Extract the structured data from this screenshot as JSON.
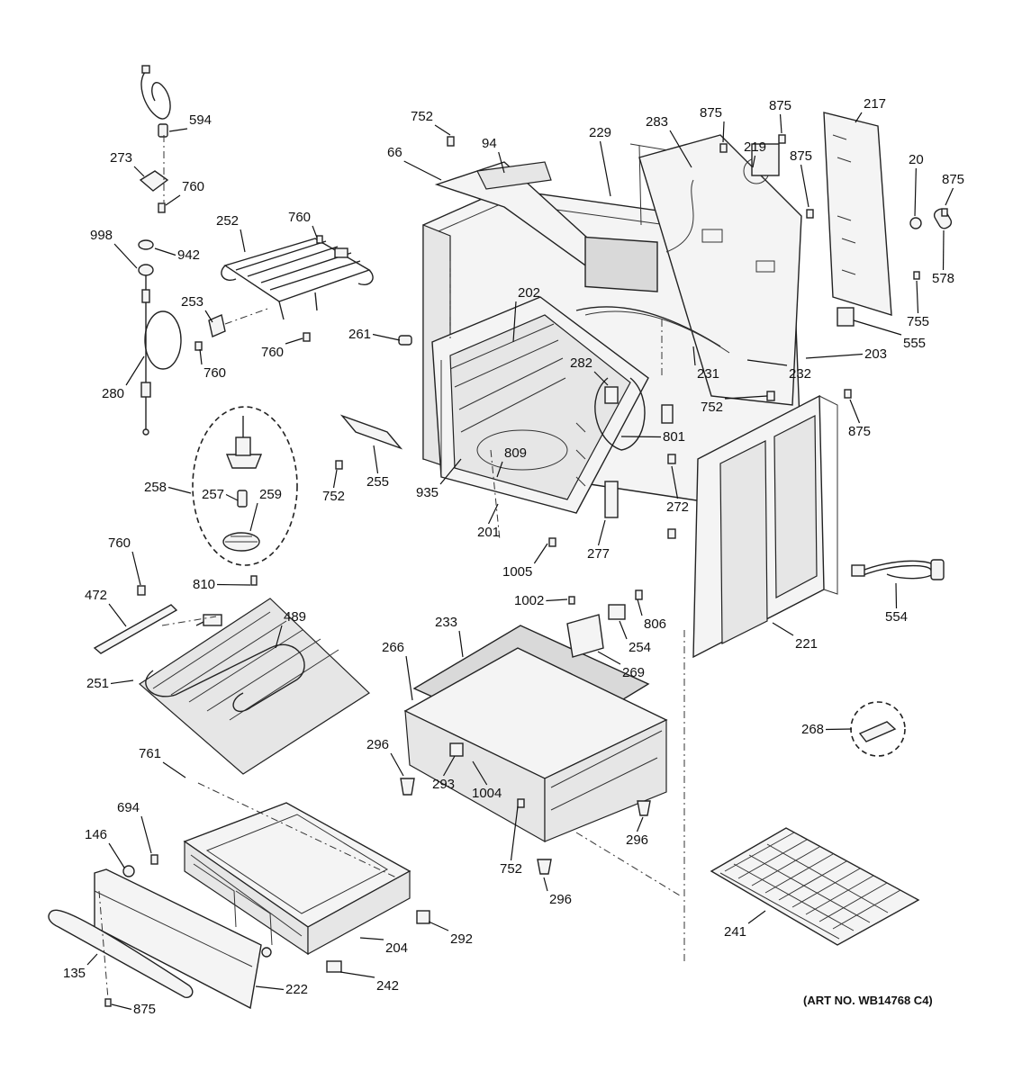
{
  "diagram": {
    "art_number": "(ART NO. WB14768 C4)",
    "callouts": [
      {
        "id": "c594",
        "text": "594"
      },
      {
        "id": "c273",
        "text": "273"
      },
      {
        "id": "c760a",
        "text": "760"
      },
      {
        "id": "c998",
        "text": "998"
      },
      {
        "id": "c942",
        "text": "942"
      },
      {
        "id": "c252",
        "text": "252"
      },
      {
        "id": "c760b",
        "text": "760"
      },
      {
        "id": "c253",
        "text": "253"
      },
      {
        "id": "c760c",
        "text": "760"
      },
      {
        "id": "c760d",
        "text": "760"
      },
      {
        "id": "c280",
        "text": "280"
      },
      {
        "id": "c258",
        "text": "258"
      },
      {
        "id": "c257",
        "text": "257"
      },
      {
        "id": "c259",
        "text": "259"
      },
      {
        "id": "c810",
        "text": "810"
      },
      {
        "id": "c760e",
        "text": "760"
      },
      {
        "id": "c472",
        "text": "472"
      },
      {
        "id": "c489",
        "text": "489"
      },
      {
        "id": "c251",
        "text": "251"
      },
      {
        "id": "c761",
        "text": "761"
      },
      {
        "id": "c694",
        "text": "694"
      },
      {
        "id": "c146",
        "text": "146"
      },
      {
        "id": "c135",
        "text": "135"
      },
      {
        "id": "c875a",
        "text": "875"
      },
      {
        "id": "c222",
        "text": "222"
      },
      {
        "id": "c242",
        "text": "242"
      },
      {
        "id": "c204",
        "text": "204"
      },
      {
        "id": "c292",
        "text": "292"
      },
      {
        "id": "c752a",
        "text": "752"
      },
      {
        "id": "c66",
        "text": "66"
      },
      {
        "id": "c94",
        "text": "94"
      },
      {
        "id": "c229",
        "text": "229"
      },
      {
        "id": "c283",
        "text": "283"
      },
      {
        "id": "c875b",
        "text": "875"
      },
      {
        "id": "c875c",
        "text": "875"
      },
      {
        "id": "c219",
        "text": "219"
      },
      {
        "id": "c217",
        "text": "217"
      },
      {
        "id": "c875d",
        "text": "875"
      },
      {
        "id": "c20",
        "text": "20"
      },
      {
        "id": "c875e",
        "text": "875"
      },
      {
        "id": "c578",
        "text": "578"
      },
      {
        "id": "c755",
        "text": "755"
      },
      {
        "id": "c555",
        "text": "555"
      },
      {
        "id": "c203",
        "text": "203"
      },
      {
        "id": "c232",
        "text": "232"
      },
      {
        "id": "c231",
        "text": "231"
      },
      {
        "id": "c202",
        "text": "202"
      },
      {
        "id": "c261",
        "text": "261"
      },
      {
        "id": "c282",
        "text": "282"
      },
      {
        "id": "c752b",
        "text": "752"
      },
      {
        "id": "c875f",
        "text": "875"
      },
      {
        "id": "c801",
        "text": "801"
      },
      {
        "id": "c809",
        "text": "809"
      },
      {
        "id": "c255",
        "text": "255"
      },
      {
        "id": "c752c",
        "text": "752"
      },
      {
        "id": "c935",
        "text": "935"
      },
      {
        "id": "c201",
        "text": "201"
      },
      {
        "id": "c272",
        "text": "272"
      },
      {
        "id": "c277",
        "text": "277"
      },
      {
        "id": "c1005",
        "text": "1005"
      },
      {
        "id": "c554",
        "text": "554"
      },
      {
        "id": "c1002",
        "text": "1002"
      },
      {
        "id": "c806",
        "text": "806"
      },
      {
        "id": "c254",
        "text": "254"
      },
      {
        "id": "c233",
        "text": "233"
      },
      {
        "id": "c266",
        "text": "266"
      },
      {
        "id": "c269",
        "text": "269"
      },
      {
        "id": "c221",
        "text": "221"
      },
      {
        "id": "c268",
        "text": "268"
      },
      {
        "id": "c296a",
        "text": "296"
      },
      {
        "id": "c293",
        "text": "293"
      },
      {
        "id": "c1004",
        "text": "1004"
      },
      {
        "id": "c752d",
        "text": "752"
      },
      {
        "id": "c296b",
        "text": "296"
      },
      {
        "id": "c296c",
        "text": "296"
      },
      {
        "id": "c241",
        "text": "241"
      }
    ]
  }
}
